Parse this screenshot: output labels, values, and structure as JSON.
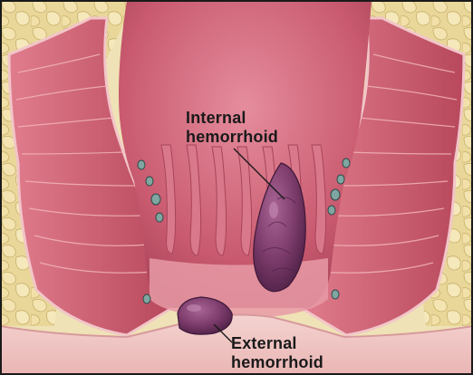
{
  "labels": {
    "internal_line1": "Internal",
    "internal_line2": "hemorrhoid",
    "external_line1": "External",
    "external_line2": "hemorrhoid"
  },
  "colors": {
    "canal": "#c95a6f",
    "mucosa": "#d9788a",
    "muscle": "#cf5b6c",
    "fat": "#e9d79a",
    "skin": "#f0c8c6",
    "hemorrhoid": "#7a3a69",
    "border": "#1a1a1a"
  }
}
